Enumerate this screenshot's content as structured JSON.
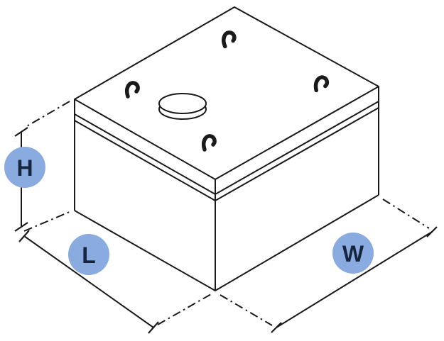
{
  "diagram": {
    "type": "isometric-box-dimension-diagram",
    "labels": {
      "height": "H",
      "length": "L",
      "width": "W"
    },
    "colors": {
      "line": "#1a1a1a",
      "badge_fill": "#8aabdf",
      "badge_text": "#17263f",
      "background": "#ffffff"
    }
  }
}
